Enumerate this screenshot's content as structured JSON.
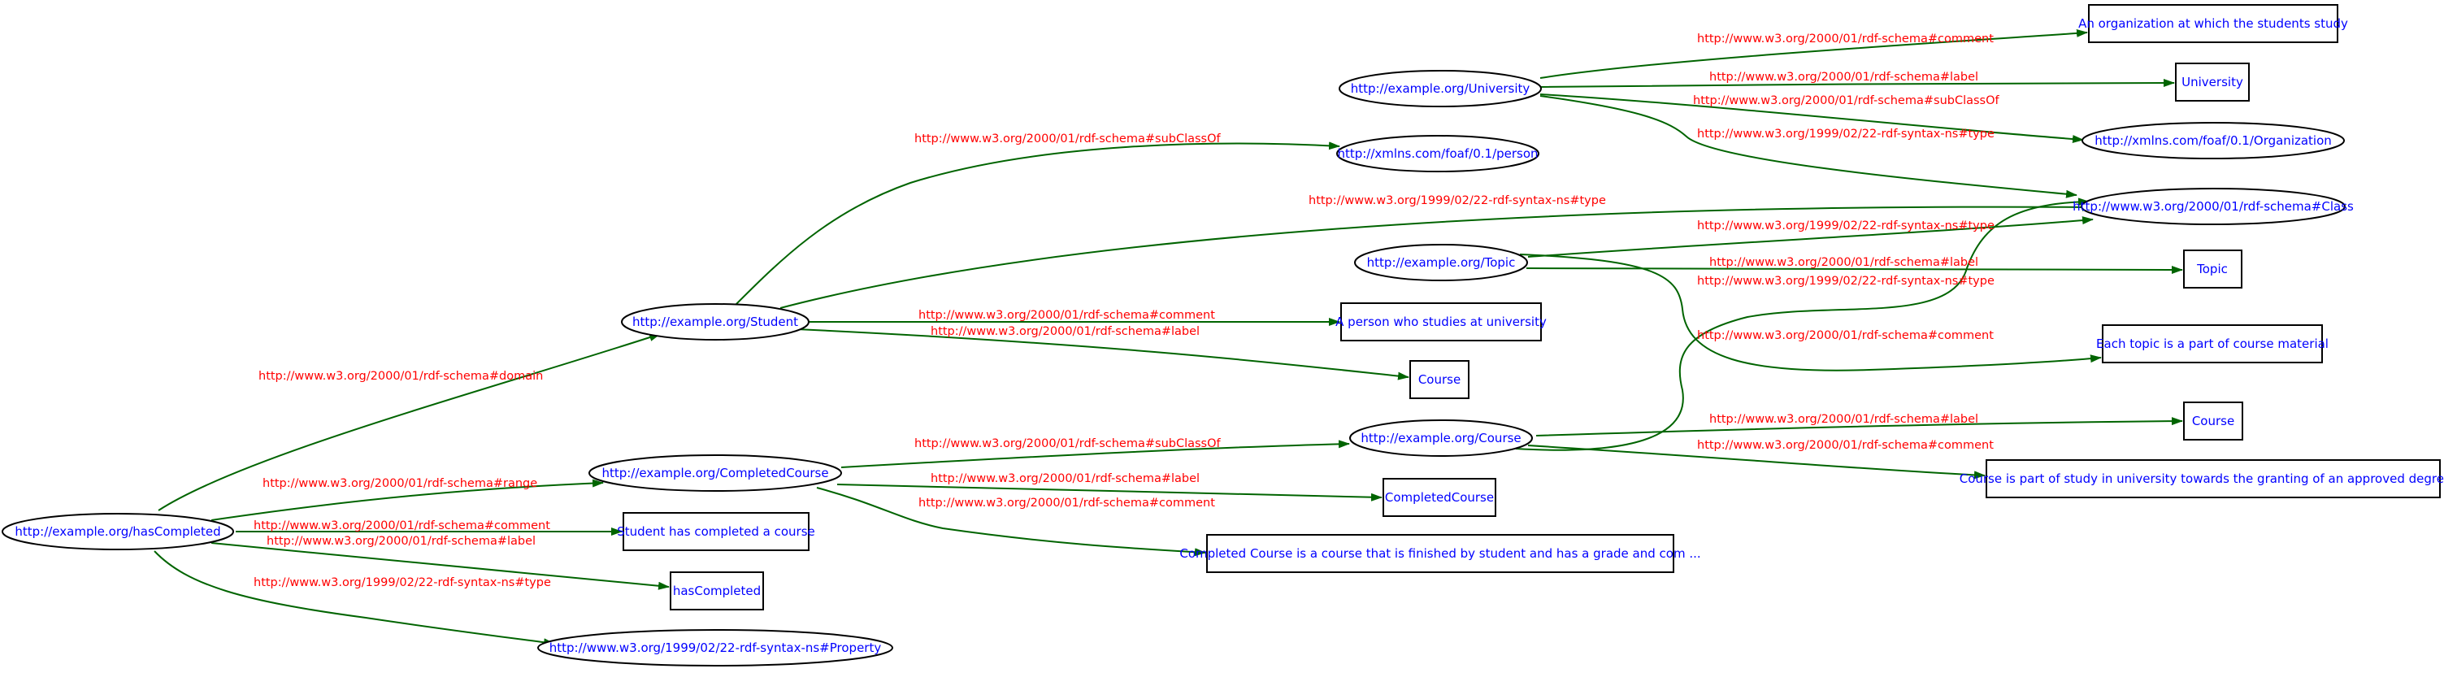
{
  "colors": {
    "node_text": "#0000ff",
    "edge_label": "#ff0000",
    "edge": "#006400",
    "node_border": "#000000"
  },
  "nodes": {
    "university_uri": "http://example.org/University",
    "university_comment": "An organization at which the students study",
    "university_label": "University",
    "foaf_organization": "http://xmlns.com/foaf/0.1/Organization",
    "rdfs_class": "http://www.w3.org/2000/01/rdf-schema#Class",
    "foaf_person": "http://xmlns.com/foaf/0.1/person",
    "topic_uri": "http://example.org/Topic",
    "topic_label": "Topic",
    "topic_comment": "Each topic is a part of course material",
    "student_uri": "http://example.org/Student",
    "student_comment": "A person who studies at university",
    "student_label": "Course",
    "course_uri": "http://example.org/Course",
    "course_label": "Course",
    "course_comment": "Course is part of study in university towards the granting of an approved degree ...",
    "completed_uri": "http://example.org/CompletedCourse",
    "completed_label": "CompletedCourse",
    "completed_comment": "Completed Course is a course that is finished by student and has a grade and com ...",
    "hascompleted_uri": "http://example.org/hasCompleted",
    "hascompleted_comment": "Student has completed a course",
    "hascompleted_label": "hasCompleted",
    "rdf_property": "http://www.w3.org/1999/02/22-rdf-syntax-ns#Property"
  },
  "edges": {
    "comment": "http://www.w3.org/2000/01/rdf-schema#comment",
    "label": "http://www.w3.org/2000/01/rdf-schema#label",
    "subclassof": "http://www.w3.org/2000/01/rdf-schema#subClassOf",
    "type": "http://www.w3.org/1999/02/22-rdf-syntax-ns#type",
    "domain": "http://www.w3.org/2000/01/rdf-schema#domain",
    "range": "http://www.w3.org/2000/01/rdf-schema#range"
  }
}
